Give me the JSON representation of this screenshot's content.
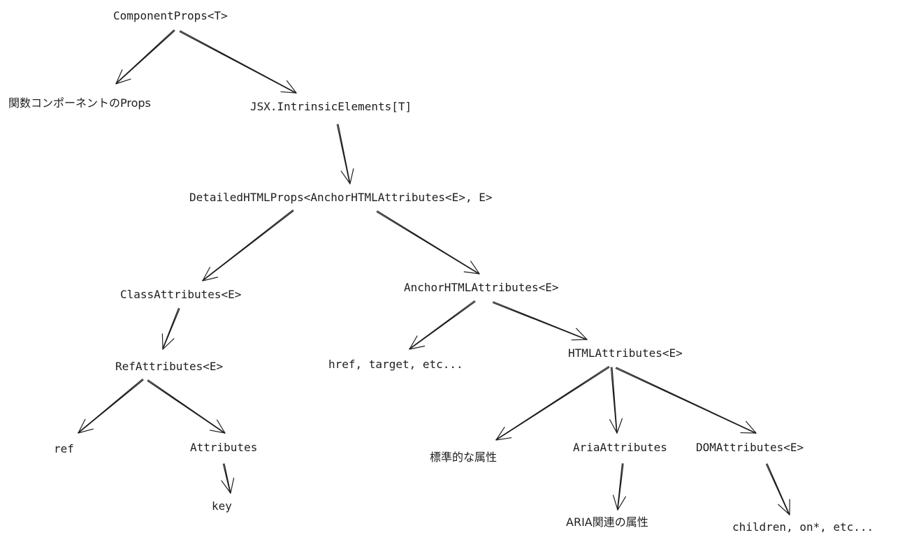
{
  "nodes": {
    "component_props": "ComponentProps<T>",
    "function_component_props": "関数コンポーネントのProps",
    "jsx_intrinsic": "JSX.IntrinsicElements[T]",
    "detailed_html_props": "DetailedHTMLProps<AnchorHTMLAttributes<E>, E>",
    "class_attributes": "ClassAttributes<E>",
    "anchor_html_attributes": "AnchorHTMLAttributes<E>",
    "ref_attributes": "RefAttributes<E>",
    "href_target": "href, target, etc...",
    "html_attributes": "HTMLAttributes<E>",
    "ref": "ref",
    "attributes": "Attributes",
    "standard_attributes": "標準的な属性",
    "aria_attributes": "AriaAttributes",
    "dom_attributes": "DOMAttributes<E>",
    "key": "key",
    "aria_related_attributes": "ARIA関連の属性",
    "children_on": "children, on*, etc..."
  },
  "colors": {
    "stroke": "#1e1e1e",
    "background": "#ffffff"
  }
}
